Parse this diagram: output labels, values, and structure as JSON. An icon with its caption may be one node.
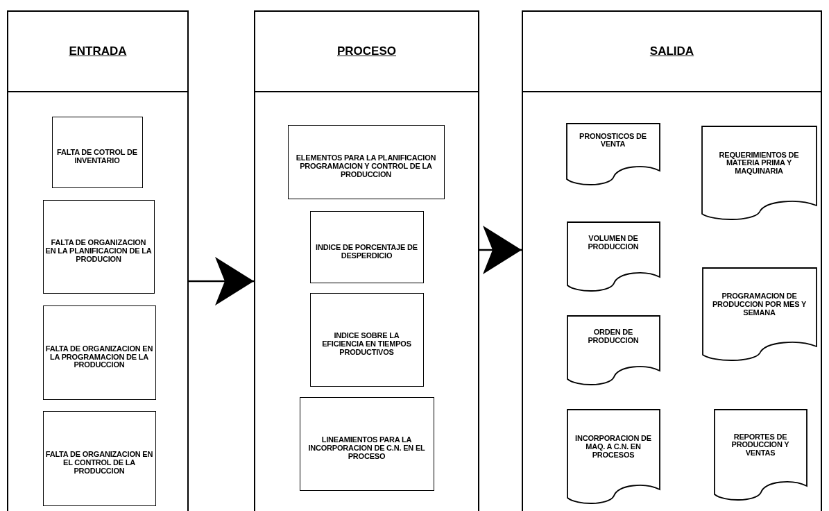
{
  "diagram": {
    "nodes": [
      {
        "text": [
          "ENTRADA"
        ]
      },
      {
        "text": [
          "FALTA DE COTROL DE INVENTARIO"
        ],
        "in": 0
      },
      {
        "text": [
          "FALTA DE ORGANIZACION EN LA PLANIFICACION DE LA PRODUCION"
        ],
        "in": 0
      },
      {
        "text": [
          "FALTA DE ORGANIZACION EN LA PROGRAMACION DE LA PRODUCCION"
        ],
        "in": 0
      },
      {
        "text": [
          "FALTA DE ORGANIZACION EN EL CONTROL DE LA PRODUCCION"
        ],
        "in": 0
      },
      {
        "text": [
          "PROCESO"
        ]
      },
      {
        "text": [
          "ELEMENTOS PARA LA PLANIFICACION PROGRAMACION Y CONTROL DE LA PRODUCCION"
        ],
        "in": 5
      },
      {
        "text": [
          "INDICE DE PORCENTAJE DE DESPERDICIO"
        ],
        "in": 5
      },
      {
        "text": [
          "INDICE SOBRE LA EFICIENCIA EN TIEMPOS PRODUCTIVOS"
        ],
        "in": 5
      },
      {
        "text": [
          "LINEAMIENTOS PARA LA INCORPORACION DE C.N. EN EL PROCESO"
        ],
        "in": 5
      },
      {
        "text": [
          "SALIDA"
        ]
      },
      {
        "text": [
          "PRONOSTICOS DE VENTA"
        ],
        "in": 10
      },
      {
        "text": [
          "REQUERIMIENTOS DE MATERIA PRIMA Y MAQUINARIA"
        ],
        "in": 10
      },
      {
        "text": [
          "VOLUMEN DE PRODUCCION"
        ],
        "in": 10
      },
      {
        "text": [
          "PROGRAMACION DE PRODUCCION POR MES Y SEMANA"
        ],
        "in": 10
      },
      {
        "text": [
          "ORDEN DE PRODUCCION"
        ],
        "in": 10
      },
      {
        "text": [
          "INCORPORACION DE MAQ. A C.N. EN PROCESOS"
        ],
        "in": 10
      },
      {
        "text": [
          "REPORTES DE PRODUCCION Y VENTAS"
        ],
        "in": 10
      }
    ],
    "edges": [
      {
        "from": 0,
        "to": 5,
        "arrow": "to"
      },
      {
        "from": 5,
        "to": 10,
        "arrow": "to"
      }
    ]
  }
}
